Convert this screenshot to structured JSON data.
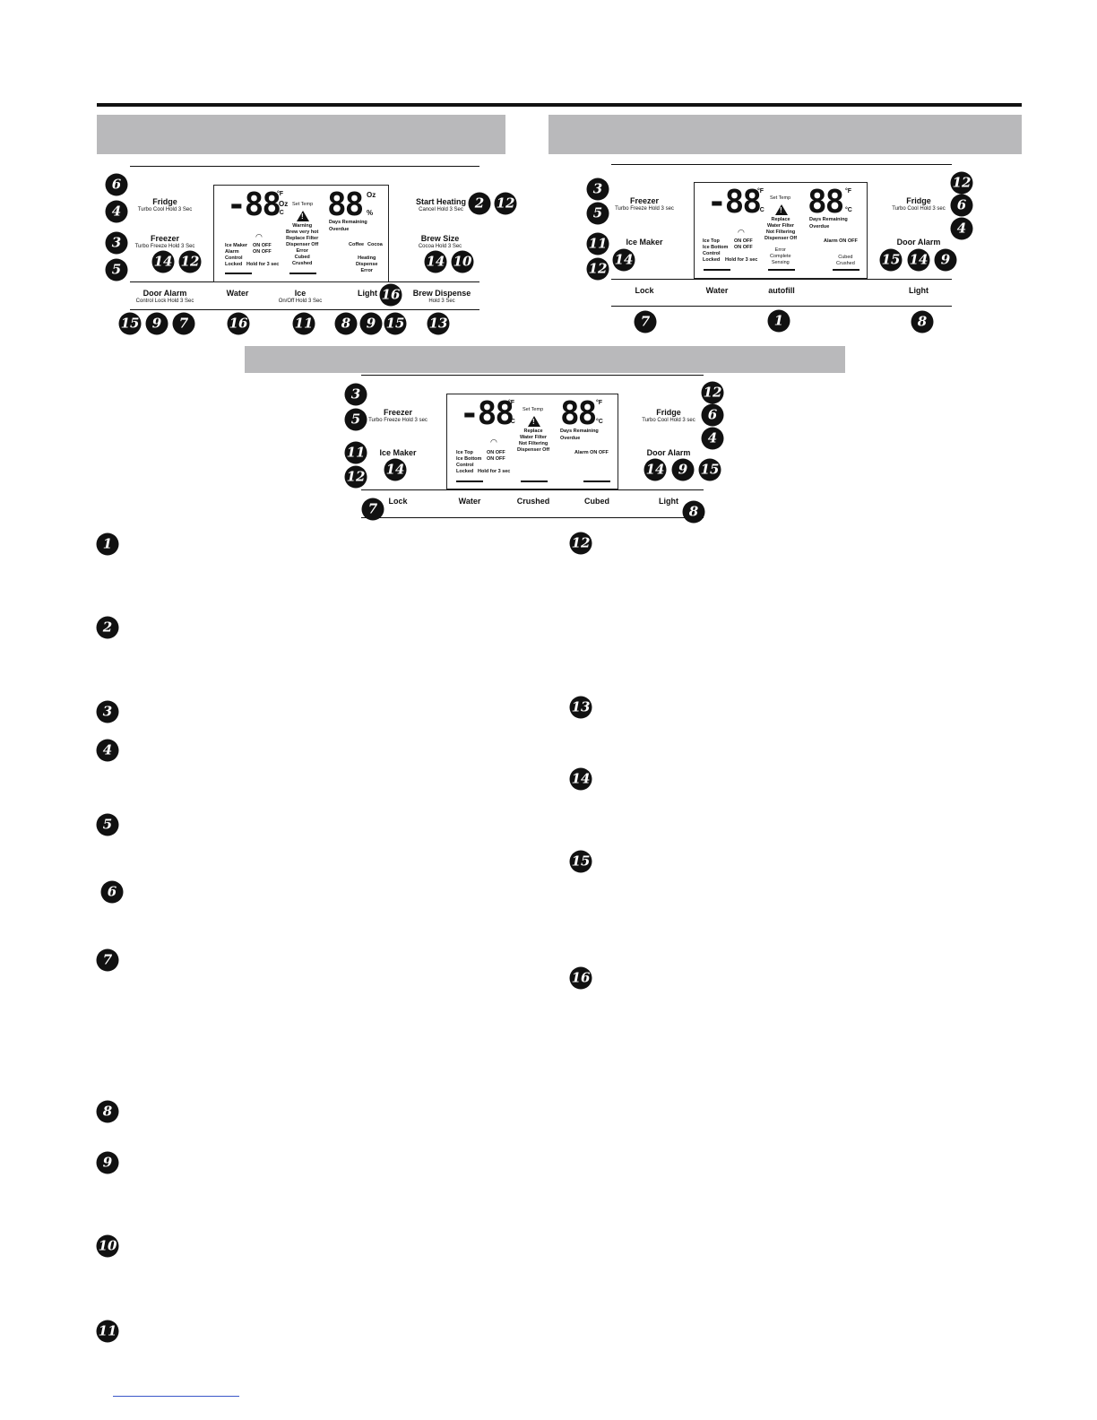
{
  "panel1": {
    "buttons": {
      "fridge": {
        "label": "Fridge",
        "sub": "Turbo Cool Hold 3 Sec"
      },
      "freezer": {
        "label": "Freezer",
        "sub": "Turbo Freeze Hold 3 Sec"
      },
      "start_heating": {
        "label": "Start Heating",
        "sub": "Cancel Hold 3 Sec"
      },
      "brew_size": {
        "label": "Brew Size",
        "sub": "Cocoa Hold 3 Sec"
      },
      "door_alarm": {
        "label": "Door Alarm",
        "sub": "Control Lock Hold 3 Sec"
      },
      "water": {
        "label": "Water"
      },
      "ice": {
        "label": "Ice",
        "sub": "On/Off Hold 3 Sec"
      },
      "light": {
        "label": "Light"
      },
      "brew_dispense": {
        "label": "Brew Dispense",
        "sub": "Hold 3 Sec"
      }
    },
    "display": {
      "digits_left": "-88",
      "unit_f": "°F",
      "unit_oz": "Oz",
      "unit_c": "°C",
      "set_temp": "Set Temp",
      "warning": "Warning",
      "brew_hot": "Brew very hot",
      "replace_filter": "Replace Filter",
      "dispenser_off": "Dispenser Off",
      "error": "Error",
      "cubed": "Cubed",
      "crushed": "Crushed",
      "digits_right": "88",
      "oz": "Oz",
      "pct": "%",
      "days_remaining": "Days Remaining",
      "overdue": "Overdue",
      "ice_maker": "Ice Maker",
      "alarm": "Alarm",
      "control": "Control",
      "locked": "Locked",
      "on_off": "ON OFF",
      "hold": "Hold for 3 sec",
      "coffee": "Coffee",
      "cocoa": "Cocoa",
      "heating": "Heating",
      "dispense": "Dispense",
      "error2": "Error"
    }
  },
  "panel2": {
    "buttons": {
      "freezer": {
        "label": "Freezer",
        "sub": "Turbo Freeze Hold 3 sec"
      },
      "ice_maker": {
        "label": "Ice Maker"
      },
      "fridge": {
        "label": "Fridge",
        "sub": "Turbo Cool Hold 3 sec"
      },
      "door_alarm": {
        "label": "Door Alarm"
      },
      "lock": {
        "label": "Lock"
      },
      "water": {
        "label": "Water"
      },
      "autofill": {
        "label": "autofill"
      },
      "light": {
        "label": "Light"
      }
    },
    "display": {
      "digits_left": "-88",
      "unit_f": "°F",
      "unit_c": "°C",
      "set_temp": "Set Temp",
      "replace": "Replace",
      "water_filter": "Water Filter",
      "not_filtering": "Not Filtering",
      "dispenser_off": "Dispenser Off",
      "error": "Error",
      "complete": "Complete",
      "sensing": "Sensing",
      "digits_right": "88",
      "days_remaining": "Days Remaining",
      "overdue": "Overdue",
      "alarm_on_off": "Alarm ON OFF",
      "cubed": "Cubed",
      "crushed": "Crushed",
      "ice_top": "Ice Top",
      "ice_bottom": "Ice Bottom",
      "control": "Control",
      "locked": "Locked",
      "on_off": "ON OFF",
      "hold": "Hold for 3 sec"
    }
  },
  "panel3": {
    "buttons": {
      "freezer": {
        "label": "Freezer",
        "sub": "Turbo Freeze Hold 3 sec"
      },
      "ice_maker": {
        "label": "Ice Maker"
      },
      "fridge": {
        "label": "Fridge",
        "sub": "Turbo Cool Hold 3 sec"
      },
      "door_alarm": {
        "label": "Door Alarm"
      },
      "lock": {
        "label": "Lock"
      },
      "water": {
        "label": "Water"
      },
      "crushed": {
        "label": "Crushed"
      },
      "cubed": {
        "label": "Cubed"
      },
      "light": {
        "label": "Light"
      }
    },
    "display": {
      "digits_left": "-88",
      "unit_f": "°F",
      "unit_c": "°C",
      "set_temp": "Set Temp",
      "replace": "Replace",
      "water_filter": "Water Filter",
      "not_filtering": "Not Filtering",
      "dispenser_off": "Dispenser Off",
      "digits_right": "88",
      "days_remaining": "Days Remaining",
      "overdue": "Overdue",
      "alarm_on_off": "Alarm ON OFF",
      "ice_top": "Ice Top",
      "ice_bottom": "Ice Bottom",
      "control": "Control",
      "locked": "Locked",
      "on_off": "ON OFF",
      "hold": "Hold for 3 sec"
    }
  },
  "markers": {
    "m1": "1",
    "m2": "2",
    "m3": "3",
    "m4": "4",
    "m5": "5",
    "m6": "6",
    "m7": "7",
    "m8": "8",
    "m9": "9",
    "m10": "10",
    "m11": "11",
    "m12": "12",
    "m13": "13",
    "m14": "14",
    "m15": "15",
    "m16": "16"
  }
}
